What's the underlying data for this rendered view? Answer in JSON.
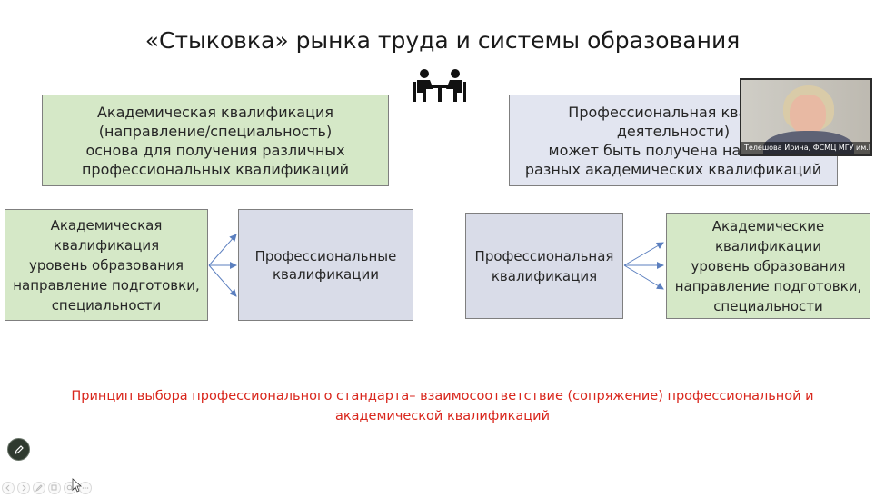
{
  "slide": {
    "title": "«Стыковка» рынка труда и системы образования",
    "top_left_box": "Академическая квалификация\n(направление/специальность)\nоснова для получения различных\nпрофессиональных квалификаций",
    "top_right_box": "Профессиональная квалиф\nдеятельности)\nможет быть получена на основе\nразных академических квалификаций",
    "left_group": {
      "source": "Академическая\nквалификация\nуровень образования\nнаправление подготовки,\nспециальности",
      "target": "Профессиональные\nквалификации"
    },
    "right_group": {
      "source": "Профессиональная\nквалификация",
      "target": "Академические\nквалификации\nуровень образования\nнаправление подготовки,\nспециальности"
    },
    "principle": "Принцип выбора профессионального стандарта– взаимосоответствие (сопряжение) профессиональной и\nакадемической квалификаций",
    "colors": {
      "green_box": "#d5e8c7",
      "gray_box": "#d9dce8",
      "arrow": "#5b7fbf",
      "principle_text": "#d9261c"
    }
  },
  "video_overlay": {
    "caption": "Телешова Ирина, ФСМЦ МГУ им.М..."
  },
  "controls": {
    "pen_icon": "pen-icon",
    "toolbar_icons": [
      "prev-icon",
      "next-icon",
      "pen-icon",
      "copy-icon",
      "search-icon",
      "more-icon"
    ]
  }
}
